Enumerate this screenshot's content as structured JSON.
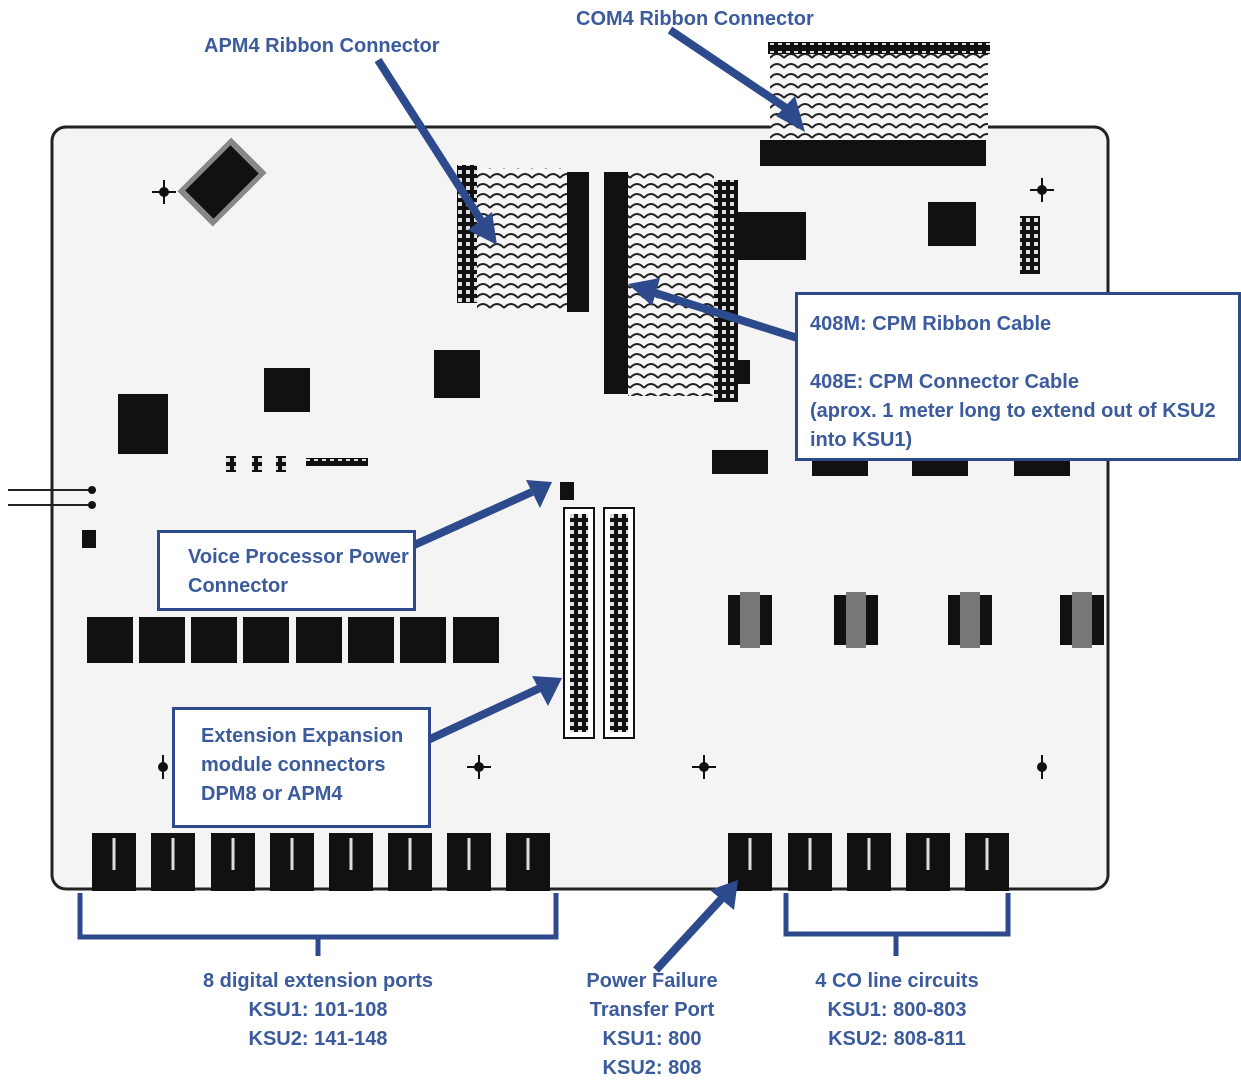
{
  "labels": {
    "com4_ribbon": "COM4 Ribbon Connector",
    "apm4_ribbon": "APM4 Ribbon Connector",
    "cpm_box": {
      "line1": "408M:  CPM Ribbon Cable",
      "line2": "408E: CPM Connector Cable",
      "line3": "(aprox.  1 meter long to extend out of KSU2",
      "line4": "into KSU1)"
    },
    "voice_box": {
      "line1": "Voice Processor Power",
      "line2": "Connector"
    },
    "expansion_box": {
      "line1": "Extension Expansion",
      "line2": "module connectors",
      "line3": "DPM8 or APM4"
    },
    "digital_ports": {
      "line1": "8 digital extension ports",
      "line2": "KSU1: 101-108",
      "line3": "KSU2: 141-148"
    },
    "power_failure": {
      "line1": "Power Failure",
      "line2": "Transfer Port",
      "line3": "KSU1: 800",
      "line4": "KSU2:  808"
    },
    "co_lines": {
      "line1": "4 CO line circuits",
      "line2": "KSU1: 800-803",
      "line3": "KSU2:  808-811"
    }
  },
  "colors": {
    "label_text": "#3b5b9c",
    "arrow": "#2d4a8c",
    "board_fill": "#f4f4f4",
    "board_outline": "#222222",
    "component": "#111111"
  }
}
